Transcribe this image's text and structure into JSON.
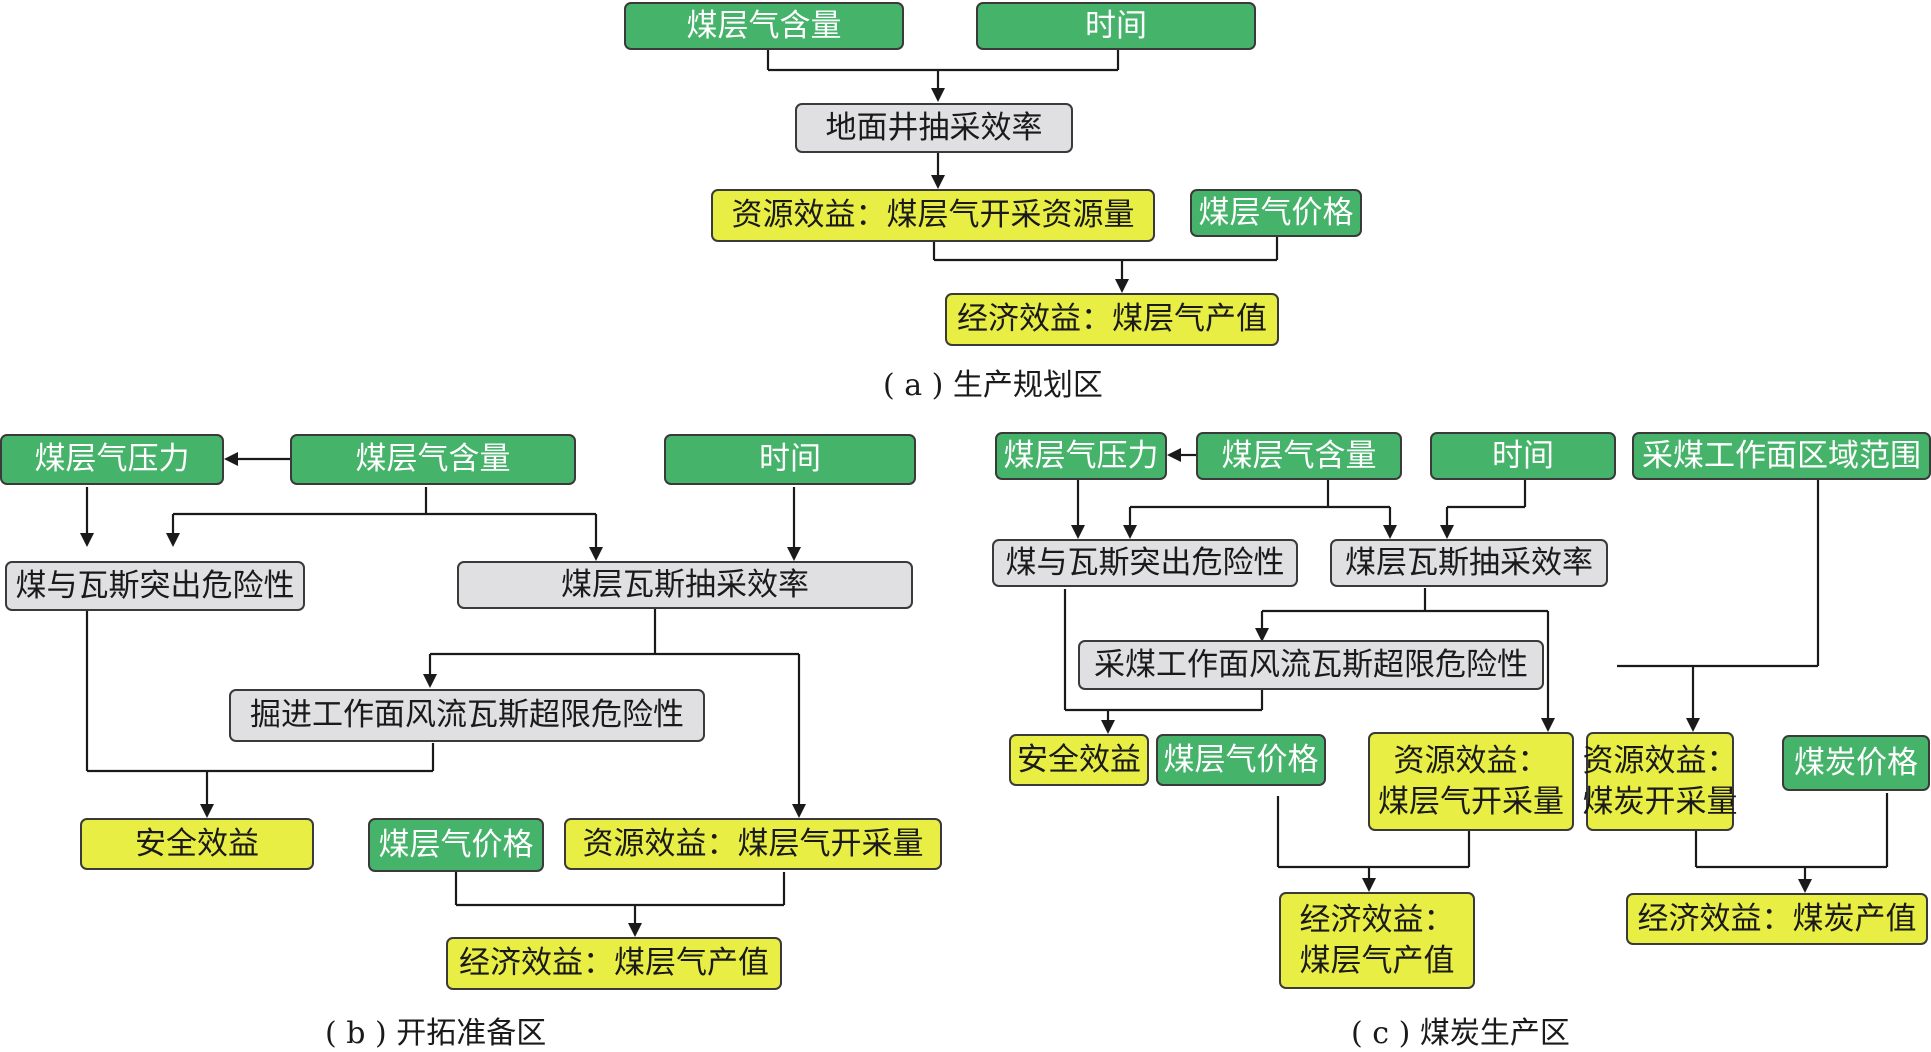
{
  "panel_a": {
    "caption": "( a ) 生产规划区",
    "gas_content": "煤层气含量",
    "time": "时间",
    "drainage_eff": "地面井抽采效率",
    "resource_benefit": "资源效益：煤层气开采资源量",
    "cbm_price": "煤层气价格",
    "economic_benefit": "经济效益：煤层气产值"
  },
  "panel_b": {
    "caption": "( b ) 开拓准备区",
    "gas_pressure": "煤层气压力",
    "gas_content": "煤层气含量",
    "time": "时间",
    "outburst_risk": "煤与瓦斯突出危险性",
    "drainage_eff": "煤层瓦斯抽采效率",
    "heading_risk": "掘进工作面风流瓦斯超限危险性",
    "safety_benefit": "安全效益",
    "cbm_price": "煤层气价格",
    "resource_benefit": "资源效益：煤层气开采量",
    "economic_benefit": "经济效益：煤层气产值"
  },
  "panel_c": {
    "caption": "( c ) 煤炭生产区",
    "gas_pressure": "煤层气压力",
    "gas_content": "煤层气含量",
    "time": "时间",
    "workface_area": "采煤工作面区域范围",
    "outburst_risk": "煤与瓦斯突出危险性",
    "drainage_eff": "煤层瓦斯抽采效率",
    "workface_risk": "采煤工作面风流瓦斯超限危险性",
    "safety_benefit": "安全效益",
    "cbm_price": "煤层气价格",
    "resource_cbm_1": "资源效益：",
    "resource_cbm_2": "煤层气开采量",
    "resource_coal_1": "资源效益：",
    "resource_coal_2": "煤炭开采量",
    "coal_price": "煤炭价格",
    "economic_cbm_1": "经济效益：",
    "economic_cbm_2": "煤层气产值",
    "economic_coal": "经济效益：煤炭产值"
  },
  "colors": {
    "input_node": "#46b36a",
    "intermediate_node": "#e0e0e3",
    "benefit_node": "#e8ee44",
    "connector": "#1a1a1a"
  }
}
